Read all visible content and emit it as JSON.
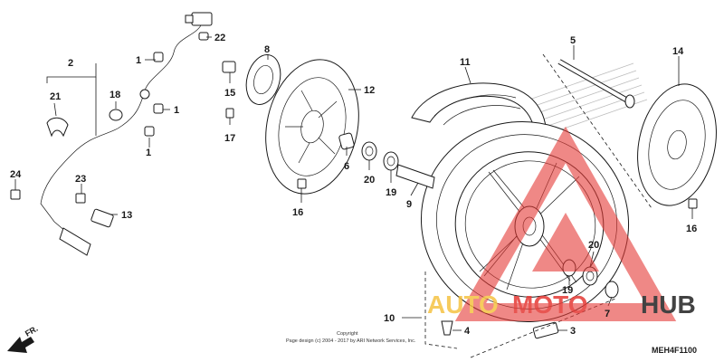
{
  "diagram_code": "MEH4F1100",
  "direction_label": "FR.",
  "copyright_line1": "Copyright",
  "copyright_line2": "Page design (c) 2004 - 2017 by ARI Network Services, Inc.",
  "watermark": {
    "word1": "AUTO",
    "word2": "MOTO",
    "word3": "HUB",
    "color_red": "#e53935",
    "color_gold": "#f5c242",
    "color_dark": "#222222"
  },
  "callouts": {
    "c1a": "1",
    "c1b": "1",
    "c1c": "1",
    "c2": "2",
    "c3": "3",
    "c4": "4",
    "c5": "5",
    "c6": "6",
    "c7": "7",
    "c8": "8",
    "c9": "9",
    "c10": "10",
    "c11": "11",
    "c12": "12",
    "c13": "13",
    "c14": "14",
    "c15": "15",
    "c16a": "16",
    "c16b": "16",
    "c17": "17",
    "c18": "18",
    "c19a": "19",
    "c19b": "19",
    "c20a": "20",
    "c20b": "20",
    "c21": "21",
    "c22": "22",
    "c23": "23",
    "c24": "24"
  }
}
